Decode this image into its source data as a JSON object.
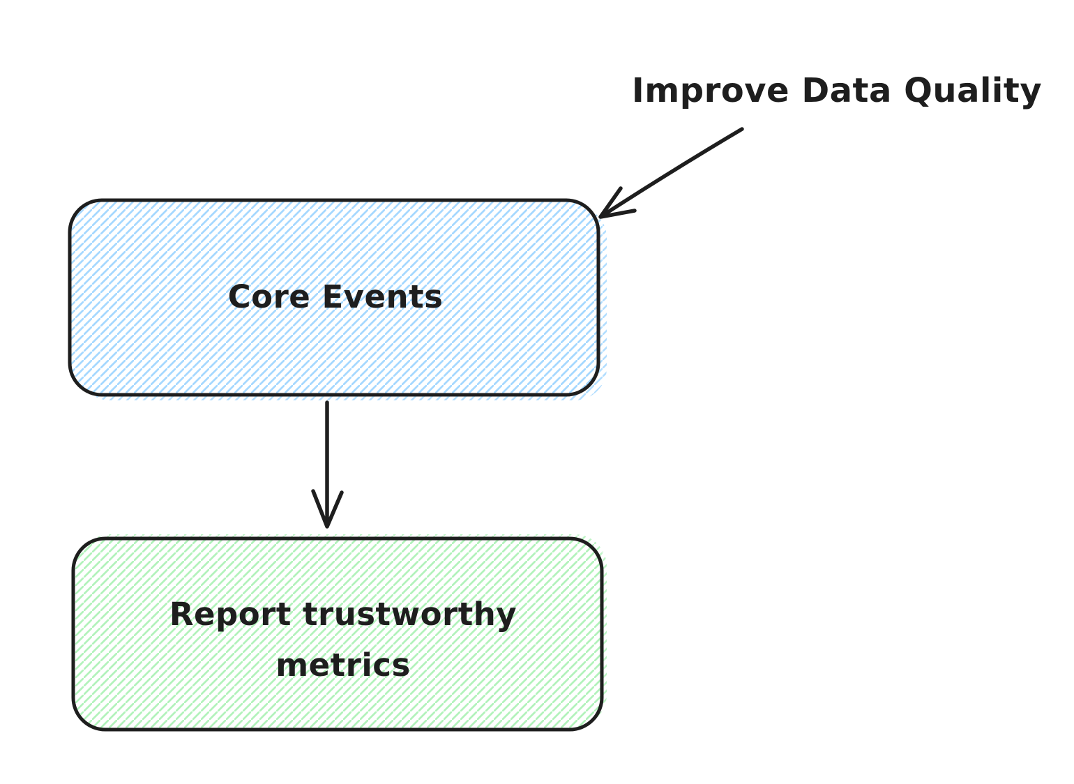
{
  "palette": {
    "background": "#ffffff",
    "ink": "#1e1e1e",
    "blue_hatch": "#a5d8ff",
    "green_hatch": "#b2f2bb"
  },
  "annotation": {
    "text": "Improve Data Quality"
  },
  "diagram": {
    "nodes": [
      {
        "id": "core-events",
        "label": "Core Events",
        "fill": "#a5d8ff",
        "shape": "rounded-rectangle",
        "fill_style": "hachure"
      },
      {
        "id": "report-trustworthy-metrics",
        "label": "Report trustworthy metrics",
        "fill": "#b2f2bb",
        "shape": "rounded-rectangle",
        "fill_style": "hachure"
      }
    ],
    "edges": [
      {
        "from": "improve-data-quality-annotation",
        "to": "core-events",
        "type": "arrow"
      },
      {
        "from": "core-events",
        "to": "report-trustworthy-metrics",
        "type": "arrow"
      }
    ]
  }
}
